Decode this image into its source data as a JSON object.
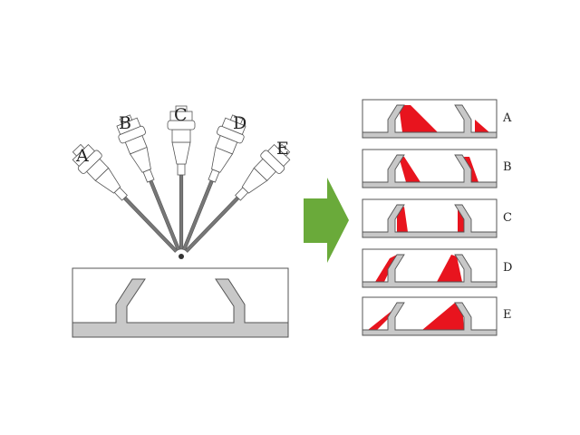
{
  "colors": {
    "background": "#ffffff",
    "profile_fill": "#c8c8c8",
    "outline": "#555555",
    "shadow_red": "#e8141e",
    "arrow_green": "#6aaa3a",
    "tool_shaft": "#777777"
  },
  "probe_angles": {
    "labels": [
      "A",
      "B",
      "C",
      "D",
      "E"
    ],
    "tilt_degrees": [
      -44,
      -22,
      0,
      22,
      44
    ]
  },
  "result_panels": [
    {
      "label": "A"
    },
    {
      "label": "B"
    },
    {
      "label": "C"
    },
    {
      "label": "D"
    },
    {
      "label": "E"
    }
  ]
}
